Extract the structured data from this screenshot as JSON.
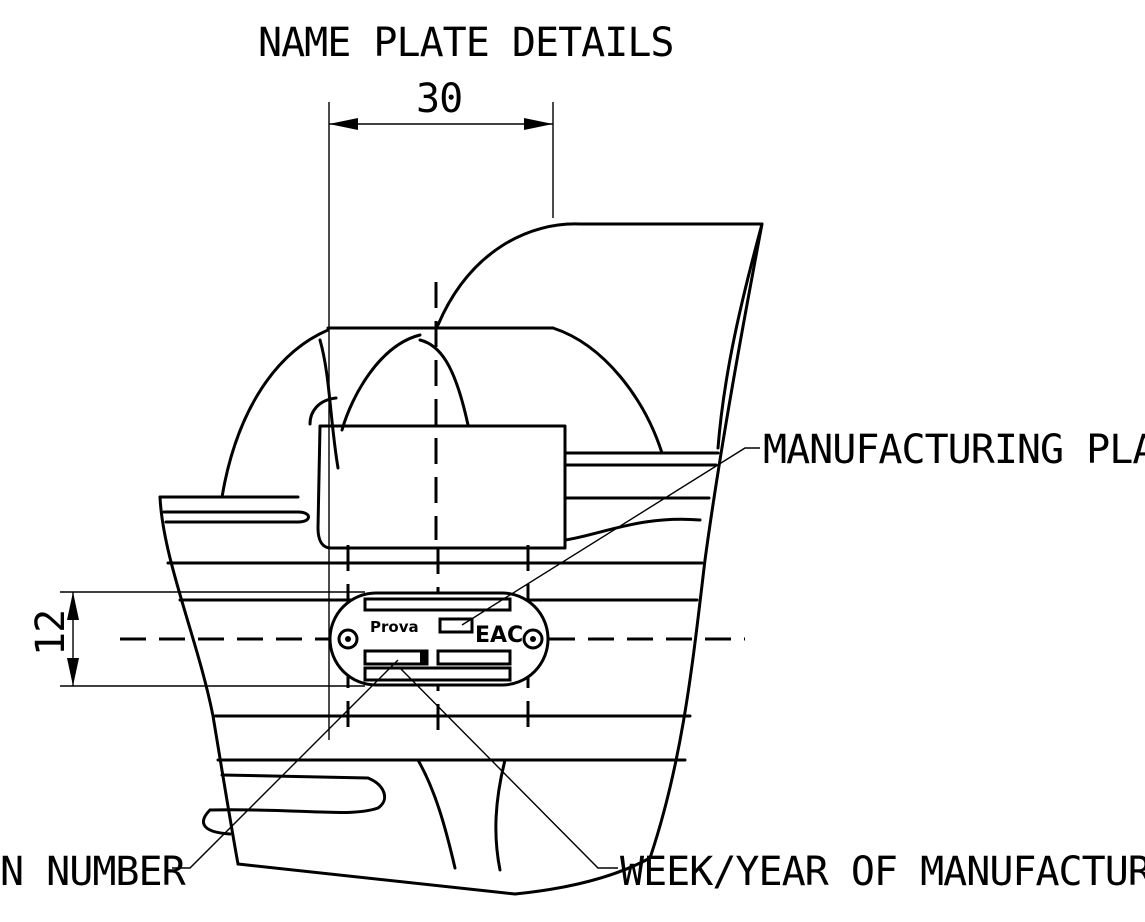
{
  "labels": {
    "title": "NAME PLATE DETAILS",
    "width_dim": "30",
    "height_dim": "12",
    "manufacturing_plant": "MANUFACTURING PLANT",
    "serial_number": "N NUMBER",
    "week_year": "WEEK/YEAR OF MANUFACTURE"
  },
  "plate": {
    "brand": "Prova",
    "mark": "EAC"
  }
}
